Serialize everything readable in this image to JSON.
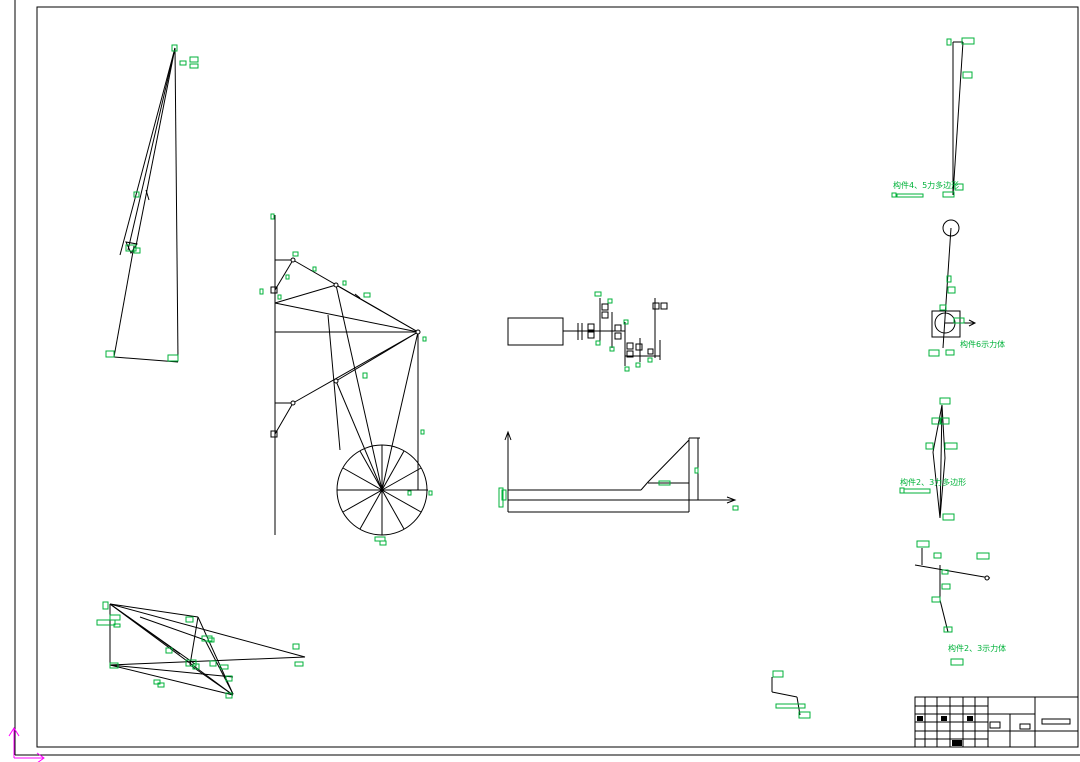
{
  "drawing": {
    "background": "#ffffff",
    "line_color": "#000000",
    "annotation_color": "#00b23a",
    "ucs_color": "#ff00ff"
  },
  "labels": {
    "members_4_5_polygon": "构件4、5力多边形",
    "member_6_freebody": "构件6示力体",
    "members_2_3_polygon": "构件2、3力多边形",
    "members_2_3_freebody": "构件2、3示力体"
  },
  "title_block": {
    "label": ""
  }
}
